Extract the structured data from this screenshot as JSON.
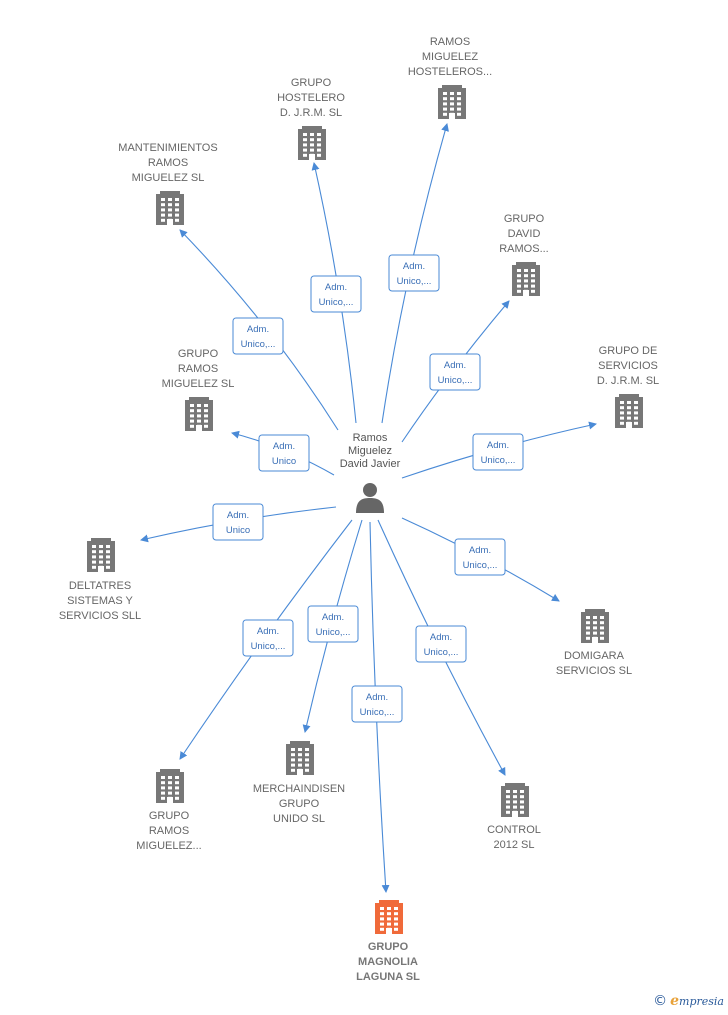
{
  "center": {
    "label": [
      "Ramos",
      "Miguelez",
      "David Javier"
    ]
  },
  "nodes": [
    {
      "id": "ramos-miguelez-hosteleros",
      "label": [
        "RAMOS",
        "MIGUELEZ",
        "HOSTELEROS..."
      ],
      "highlight": false
    },
    {
      "id": "grupo-hostelero-djrm",
      "label": [
        "GRUPO",
        "HOSTELERO",
        "D. J.R.M.  SL"
      ],
      "highlight": false
    },
    {
      "id": "mantenimientos-ramos-miguelez",
      "label": [
        "MANTENIMIENTOS",
        "RAMOS",
        "MIGUELEZ  SL"
      ],
      "highlight": false
    },
    {
      "id": "grupo-david-ramos",
      "label": [
        "GRUPO",
        "DAVID",
        "RAMOS..."
      ],
      "highlight": false
    },
    {
      "id": "grupo-ramos-miguelez-sl",
      "label": [
        "GRUPO",
        "RAMOS",
        "MIGUELEZ SL"
      ],
      "highlight": false
    },
    {
      "id": "grupo-de-servicios-djrm",
      "label": [
        "GRUPO DE",
        "SERVICIOS",
        "D. J.R.M.  SL"
      ],
      "highlight": false
    },
    {
      "id": "deltatres-sistemas",
      "label": [
        "DELTATRES",
        "SISTEMAS Y",
        "SERVICIOS SLL"
      ],
      "highlight": false
    },
    {
      "id": "domigara-servicios",
      "label": [
        "DOMIGARA",
        "SERVICIOS  SL"
      ],
      "highlight": false
    },
    {
      "id": "grupo-ramos-miguelez-2",
      "label": [
        "GRUPO",
        "RAMOS",
        "MIGUELEZ..."
      ],
      "highlight": false
    },
    {
      "id": "merchaindisen-grupo-unido",
      "label": [
        "MERCHAINDISEN",
        "GRUPO",
        "UNIDO  SL"
      ],
      "highlight": false
    },
    {
      "id": "control-2012",
      "label": [
        "CONTROL",
        "2012 SL"
      ],
      "highlight": false
    },
    {
      "id": "grupo-magnolia-laguna",
      "label": [
        "GRUPO",
        "MAGNOLIA",
        "LAGUNA  SL"
      ],
      "highlight": true
    }
  ],
  "edges": [
    {
      "to": "ramos-miguelez-hosteleros",
      "label": [
        "Adm.",
        "Unico,..."
      ]
    },
    {
      "to": "grupo-hostelero-djrm",
      "label": [
        "Adm.",
        "Unico,..."
      ]
    },
    {
      "to": "mantenimientos-ramos-miguelez",
      "label": [
        "Adm.",
        "Unico,..."
      ]
    },
    {
      "to": "grupo-david-ramos",
      "label": [
        "Adm.",
        "Unico,..."
      ]
    },
    {
      "to": "grupo-ramos-miguelez-sl",
      "label": [
        "Adm.",
        "Unico"
      ]
    },
    {
      "to": "grupo-de-servicios-djrm",
      "label": [
        "Adm.",
        "Unico,..."
      ]
    },
    {
      "to": "deltatres-sistemas",
      "label": [
        "Adm.",
        "Unico"
      ]
    },
    {
      "to": "domigara-servicios",
      "label": [
        "Adm.",
        "Unico,..."
      ]
    },
    {
      "to": "grupo-ramos-miguelez-2",
      "label": [
        "Adm.",
        "Unico,..."
      ]
    },
    {
      "to": "merchaindisen-grupo-unido",
      "label": [
        "Adm.",
        "Unico,..."
      ]
    },
    {
      "to": "control-2012",
      "label": [
        "Adm.",
        "Unico,..."
      ]
    },
    {
      "to": "grupo-magnolia-laguna",
      "label": [
        "Adm.",
        "Unico,..."
      ]
    }
  ],
  "colors": {
    "edge": "#4a8ad6",
    "building": "#777777",
    "highlight": "#f06a3a"
  },
  "brand": {
    "copyright": "©",
    "initial": "e",
    "name": "mpresia"
  }
}
